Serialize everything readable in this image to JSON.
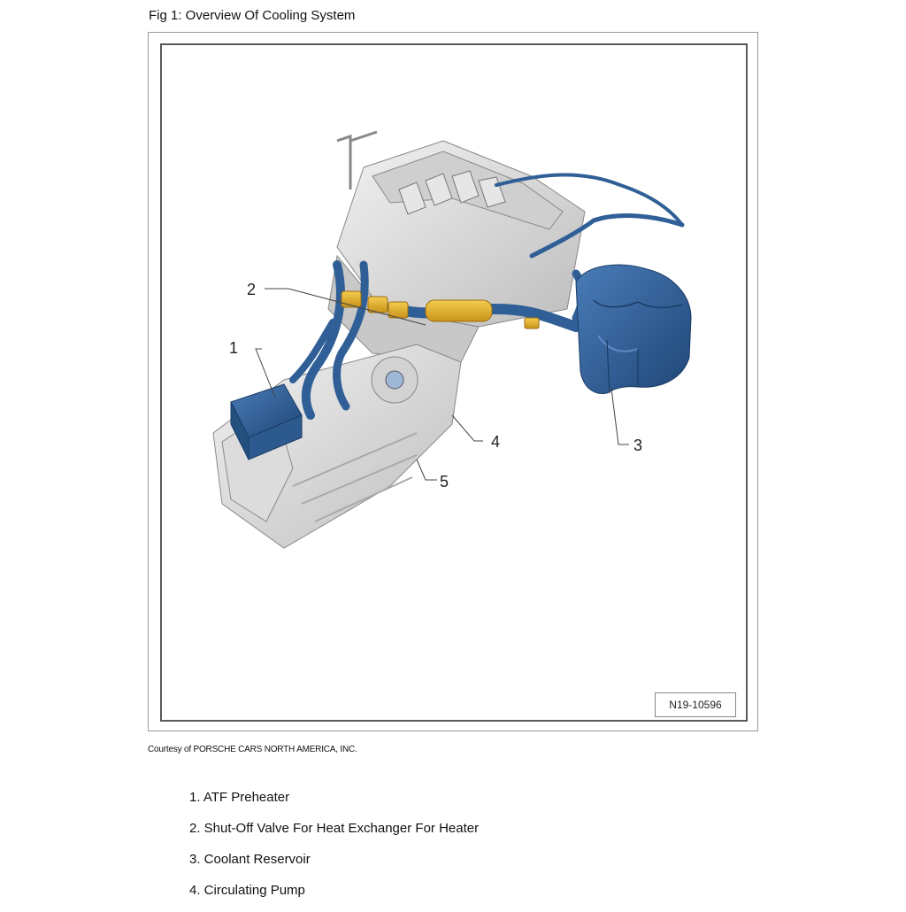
{
  "figure": {
    "title": "Fig 1: Overview Of Cooling System",
    "code": "N19-10596",
    "courtesy": "Courtesy of PORSCHE CARS NORTH AMERICA, INC.",
    "callouts": [
      "1",
      "2",
      "3",
      "4",
      "5"
    ]
  },
  "legend": {
    "items": [
      "1. ATF Preheater",
      "2. Shut-Off Valve For Heat Exchanger For Heater",
      "3. Coolant Reservoir",
      "4. Circulating Pump"
    ]
  },
  "colors": {
    "coolant_blue": "#2f5f96",
    "valve_yellow": "#e0b020",
    "engine_gray": "#d9d9d9",
    "frame_gray": "#5a5a5a"
  }
}
